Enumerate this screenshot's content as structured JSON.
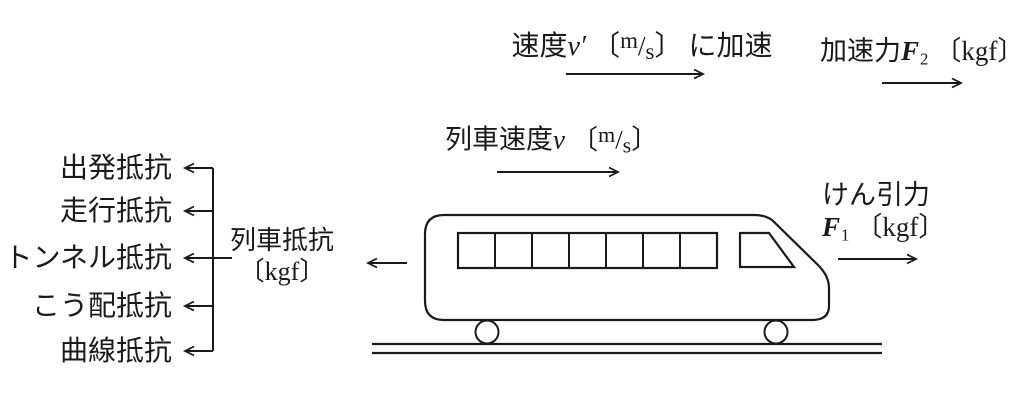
{
  "colors": {
    "ink": "#1a1a1a",
    "background": "#ffffff"
  },
  "annotations": {
    "accel_speed": {
      "prefix": "速度",
      "variable": "v′",
      "bracket_open": "〔",
      "unit_m": "m",
      "unit_slash": "/",
      "unit_s": "s",
      "bracket_close": "〕",
      "suffix": "に加速"
    },
    "accel_force": {
      "prefix": "加速力",
      "variable": "F",
      "subscript": "2",
      "bracket_open": "〔",
      "unit": "kgf",
      "bracket_close": "〕"
    },
    "train_speed": {
      "prefix": "列車速度",
      "variable": "v",
      "bracket_open": "〔",
      "unit_m": "m",
      "unit_slash": "/",
      "unit_s": "s",
      "bracket_close": "〕"
    },
    "traction_force": {
      "line1": "けん引力",
      "variable": "F",
      "subscript": "1",
      "bracket_open": "〔",
      "unit": "kgf",
      "bracket_close": "〕"
    },
    "train_resistance": {
      "line1": "列車抵抗",
      "bracket_open": "〔",
      "unit": "kgf",
      "bracket_close": "〕"
    },
    "resistance_types": [
      "出発抵抗",
      "走行抵抗",
      "トンネル抵抗",
      "こう配抵抗",
      "曲線抵抗"
    ]
  }
}
